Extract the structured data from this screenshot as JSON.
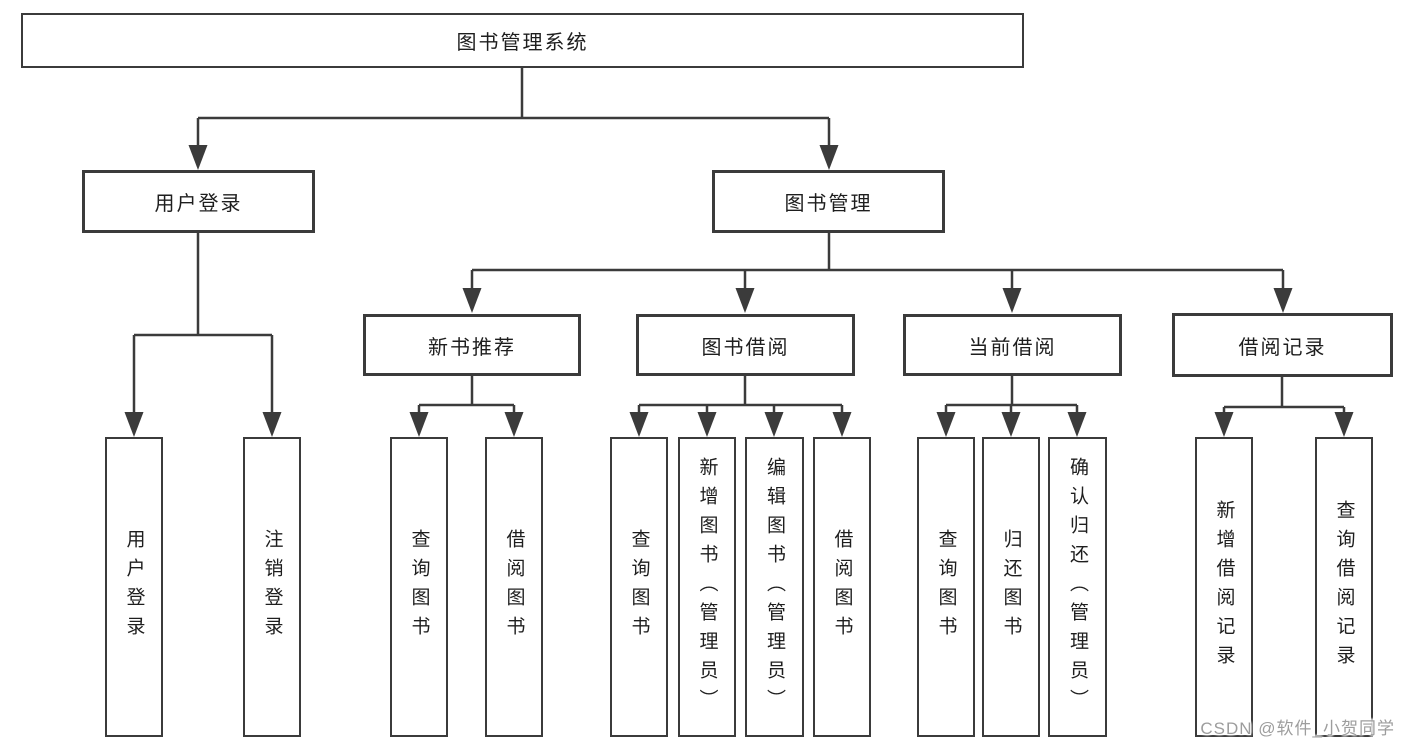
{
  "watermark": {
    "text": "CSDN @软件_小贺同学",
    "color": "#9d9d9d"
  },
  "colors": {
    "line": "#3b3b3b",
    "box_border": "#3b3b3b",
    "text": "#1e1e1e",
    "background": "#ffffff"
  },
  "tree": {
    "root": {
      "label": "图书管理系统"
    },
    "children": [
      {
        "label": "用户登录",
        "children": [
          {
            "label": "用户登录"
          },
          {
            "label": "注销登录"
          }
        ]
      },
      {
        "label": "图书管理",
        "children": [
          {
            "label": "新书推荐",
            "children": [
              {
                "label": "查询图书"
              },
              {
                "label": "借阅图书"
              }
            ]
          },
          {
            "label": "图书借阅",
            "children": [
              {
                "label": "查询图书"
              },
              {
                "label": "新增图书（管理员）"
              },
              {
                "label": "编辑图书（管理员）"
              },
              {
                "label": "借阅图书"
              }
            ]
          },
          {
            "label": "当前借阅",
            "children": [
              {
                "label": "查询图书"
              },
              {
                "label": "归还图书"
              },
              {
                "label": "确认归还（管理员）"
              }
            ]
          },
          {
            "label": "借阅记录",
            "children": [
              {
                "label": "新增借阅记录"
              },
              {
                "label": "查询借阅记录"
              }
            ]
          }
        ]
      }
    ]
  }
}
